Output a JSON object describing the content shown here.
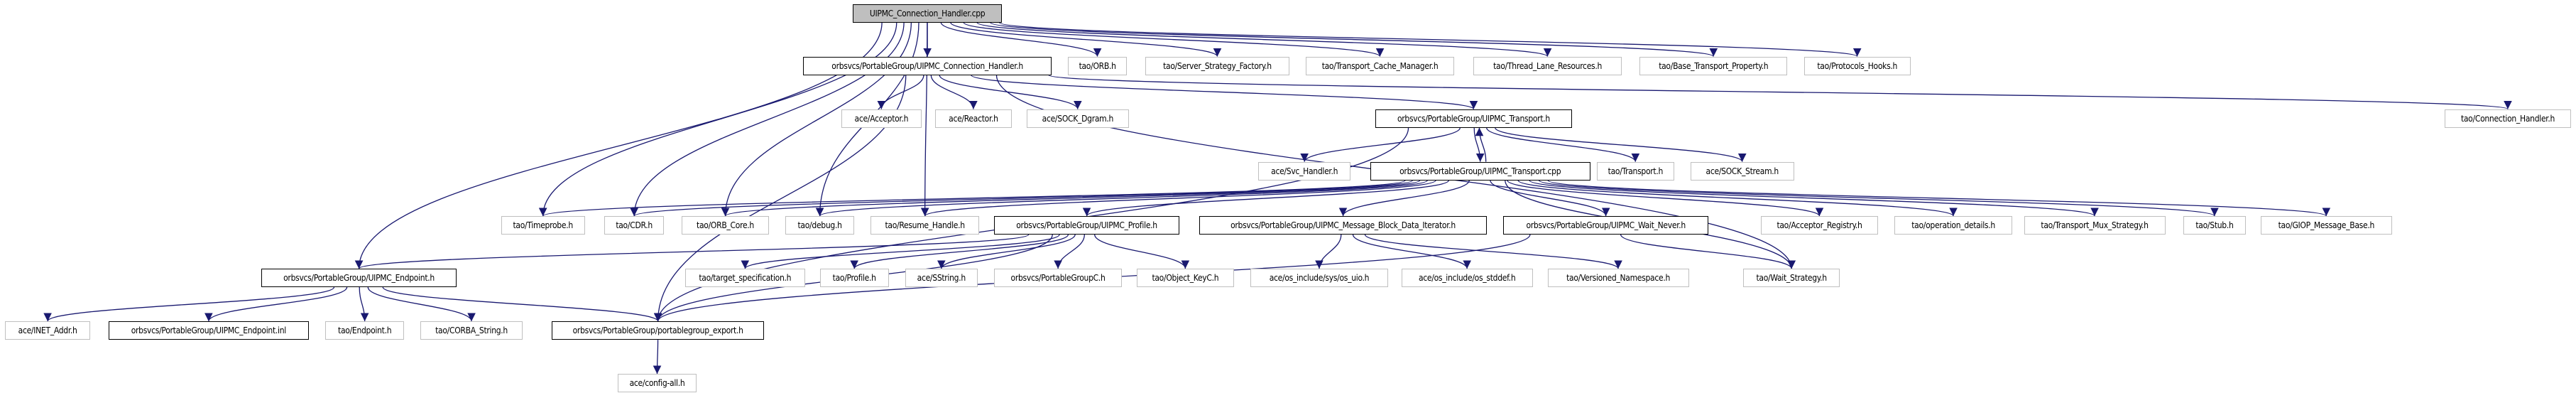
{
  "graph": {
    "title": "UIPMC_Connection_Handler.cpp include dependency graph",
    "colors": {
      "edge": "#191970",
      "root_fill": "#bfbfbf",
      "documented_border": "#000000",
      "external_border": "#bfbfbf"
    },
    "nodes": [
      {
        "id": "root",
        "label": "UIPMC_Connection_Handler.cpp",
        "kind": "root"
      },
      {
        "id": "pg_conn_h",
        "label": "orbsvcs/PortableGroup/UIPMC_Connection_Handler.h",
        "kind": "doc"
      },
      {
        "id": "tao_orb",
        "label": "tao/ORB.h",
        "kind": "ext"
      },
      {
        "id": "tao_ssf",
        "label": "tao/Server_Strategy_Factory.h",
        "kind": "ext"
      },
      {
        "id": "tao_tcm",
        "label": "tao/Transport_Cache_Manager.h",
        "kind": "ext"
      },
      {
        "id": "tao_tlr",
        "label": "tao/Thread_Lane_Resources.h",
        "kind": "ext"
      },
      {
        "id": "tao_btp",
        "label": "tao/Base_Transport_Property.h",
        "kind": "ext"
      },
      {
        "id": "tao_ph",
        "label": "tao/Protocols_Hooks.h",
        "kind": "ext"
      },
      {
        "id": "ace_acceptor",
        "label": "ace/Acceptor.h",
        "kind": "ext"
      },
      {
        "id": "ace_reactor",
        "label": "ace/Reactor.h",
        "kind": "ext"
      },
      {
        "id": "ace_sockdgram",
        "label": "ace/SOCK_Dgram.h",
        "kind": "ext"
      },
      {
        "id": "pg_transport_h",
        "label": "orbsvcs/PortableGroup/UIPMC_Transport.h",
        "kind": "doc"
      },
      {
        "id": "tao_connh",
        "label": "tao/Connection_Handler.h",
        "kind": "ext"
      },
      {
        "id": "ace_svch",
        "label": "ace/Svc_Handler.h",
        "kind": "ext"
      },
      {
        "id": "pg_transport_cpp",
        "label": "orbsvcs/PortableGroup/UIPMC_Transport.cpp",
        "kind": "doc"
      },
      {
        "id": "tao_transport",
        "label": "tao/Transport.h",
        "kind": "ext"
      },
      {
        "id": "ace_sockstream",
        "label": "ace/SOCK_Stream.h",
        "kind": "ext"
      },
      {
        "id": "tao_timeprobe",
        "label": "tao/Timeprobe.h",
        "kind": "ext"
      },
      {
        "id": "tao_cdr",
        "label": "tao/CDR.h",
        "kind": "ext"
      },
      {
        "id": "tao_orbcore",
        "label": "tao/ORB_Core.h",
        "kind": "ext"
      },
      {
        "id": "tao_debug",
        "label": "tao/debug.h",
        "kind": "ext"
      },
      {
        "id": "tao_resume",
        "label": "tao/Resume_Handle.h",
        "kind": "ext"
      },
      {
        "id": "pg_profile_h",
        "label": "orbsvcs/PortableGroup/UIPMC_Profile.h",
        "kind": "doc"
      },
      {
        "id": "pg_mbdi_h",
        "label": "orbsvcs/PortableGroup/UIPMC_Message_Block_Data_Iterator.h",
        "kind": "doc"
      },
      {
        "id": "pg_waitnever_h",
        "label": "orbsvcs/PortableGroup/UIPMC_Wait_Never.h",
        "kind": "doc"
      },
      {
        "id": "tao_accreg",
        "label": "tao/Acceptor_Registry.h",
        "kind": "ext"
      },
      {
        "id": "tao_opdet",
        "label": "tao/operation_details.h",
        "kind": "ext"
      },
      {
        "id": "tao_tms",
        "label": "tao/Transport_Mux_Strategy.h",
        "kind": "ext"
      },
      {
        "id": "tao_stub",
        "label": "tao/Stub.h",
        "kind": "ext"
      },
      {
        "id": "tao_giop",
        "label": "tao/GIOP_Message_Base.h",
        "kind": "ext"
      },
      {
        "id": "pg_endpoint_h",
        "label": "orbsvcs/PortableGroup/UIPMC_Endpoint.h",
        "kind": "doc"
      },
      {
        "id": "tao_targetspec",
        "label": "tao/target_specification.h",
        "kind": "ext"
      },
      {
        "id": "tao_profile",
        "label": "tao/Profile.h",
        "kind": "ext"
      },
      {
        "id": "ace_sstring",
        "label": "ace/SString.h",
        "kind": "ext"
      },
      {
        "id": "pg_c_h",
        "label": "orbsvcs/PortableGroupC.h",
        "kind": "ext"
      },
      {
        "id": "tao_objkey",
        "label": "tao/Object_KeyC.h",
        "kind": "ext"
      },
      {
        "id": "ace_osuio",
        "label": "ace/os_include/sys/os_uio.h",
        "kind": "ext"
      },
      {
        "id": "ace_osstddef",
        "label": "ace/os_include/os_stddef.h",
        "kind": "ext"
      },
      {
        "id": "tao_vns",
        "label": "tao/Versioned_Namespace.h",
        "kind": "ext"
      },
      {
        "id": "tao_waitstrat",
        "label": "tao/Wait_Strategy.h",
        "kind": "ext"
      },
      {
        "id": "ace_inetaddr",
        "label": "ace/INET_Addr.h",
        "kind": "ext"
      },
      {
        "id": "pg_endpoint_inl",
        "label": "orbsvcs/PortableGroup/UIPMC_Endpoint.inl",
        "kind": "doc"
      },
      {
        "id": "tao_endpoint",
        "label": "tao/Endpoint.h",
        "kind": "ext"
      },
      {
        "id": "tao_corbastr",
        "label": "tao/CORBA_String.h",
        "kind": "ext"
      },
      {
        "id": "pg_export_h",
        "label": "orbsvcs/PortableGroup/portablegroup_export.h",
        "kind": "doc"
      },
      {
        "id": "ace_configall",
        "label": "ace/config-all.h",
        "kind": "ext"
      }
    ],
    "edges": [
      [
        "root",
        "pg_conn_h"
      ],
      [
        "root",
        "tao_orb"
      ],
      [
        "root",
        "tao_ssf"
      ],
      [
        "root",
        "tao_tcm"
      ],
      [
        "root",
        "tao_tlr"
      ],
      [
        "root",
        "tao_btp"
      ],
      [
        "root",
        "tao_ph"
      ],
      [
        "root",
        "pg_endpoint_h"
      ],
      [
        "root",
        "tao_timeprobe"
      ],
      [
        "root",
        "tao_cdr"
      ],
      [
        "root",
        "tao_orbcore"
      ],
      [
        "root",
        "tao_debug"
      ],
      [
        "root",
        "tao_resume"
      ],
      [
        "pg_conn_h",
        "ace_acceptor"
      ],
      [
        "pg_conn_h",
        "ace_reactor"
      ],
      [
        "pg_conn_h",
        "ace_sockdgram"
      ],
      [
        "pg_conn_h",
        "pg_transport_h"
      ],
      [
        "pg_conn_h",
        "tao_connh"
      ],
      [
        "pg_conn_h",
        "pg_export_h"
      ],
      [
        "pg_conn_h",
        "tao_waitstrat"
      ],
      [
        "pg_transport_h",
        "ace_svch"
      ],
      [
        "pg_transport_h",
        "pg_transport_cpp"
      ],
      [
        "pg_transport_h",
        "tao_transport"
      ],
      [
        "pg_transport_h",
        "ace_sockstream"
      ],
      [
        "pg_transport_h",
        "pg_export_h"
      ],
      [
        "pg_transport_cpp",
        "pg_transport_h"
      ],
      [
        "pg_transport_cpp",
        "tao_timeprobe"
      ],
      [
        "pg_transport_cpp",
        "tao_cdr"
      ],
      [
        "pg_transport_cpp",
        "tao_orbcore"
      ],
      [
        "pg_transport_cpp",
        "tao_debug"
      ],
      [
        "pg_transport_cpp",
        "tao_resume"
      ],
      [
        "pg_transport_cpp",
        "pg_profile_h"
      ],
      [
        "pg_transport_cpp",
        "pg_mbdi_h"
      ],
      [
        "pg_transport_cpp",
        "pg_waitnever_h"
      ],
      [
        "pg_transport_cpp",
        "tao_accreg"
      ],
      [
        "pg_transport_cpp",
        "tao_opdet"
      ],
      [
        "pg_transport_cpp",
        "tao_tms"
      ],
      [
        "pg_transport_cpp",
        "tao_stub"
      ],
      [
        "pg_transport_cpp",
        "tao_giop"
      ],
      [
        "pg_transport_cpp",
        "tao_waitstrat"
      ],
      [
        "pg_profile_h",
        "pg_endpoint_h"
      ],
      [
        "pg_profile_h",
        "tao_targetspec"
      ],
      [
        "pg_profile_h",
        "tao_profile"
      ],
      [
        "pg_profile_h",
        "ace_sstring"
      ],
      [
        "pg_profile_h",
        "pg_c_h"
      ],
      [
        "pg_profile_h",
        "tao_objkey"
      ],
      [
        "pg_profile_h",
        "pg_export_h"
      ],
      [
        "pg_mbdi_h",
        "ace_osuio"
      ],
      [
        "pg_mbdi_h",
        "ace_osstddef"
      ],
      [
        "pg_mbdi_h",
        "tao_vns"
      ],
      [
        "pg_waitnever_h",
        "tao_waitstrat"
      ],
      [
        "pg_waitnever_h",
        "pg_export_h"
      ],
      [
        "pg_endpoint_h",
        "ace_inetaddr"
      ],
      [
        "pg_endpoint_h",
        "pg_endpoint_inl"
      ],
      [
        "pg_endpoint_h",
        "tao_endpoint"
      ],
      [
        "pg_endpoint_h",
        "tao_corbastr"
      ],
      [
        "pg_endpoint_h",
        "pg_export_h"
      ],
      [
        "pg_export_h",
        "ace_configall"
      ]
    ]
  }
}
